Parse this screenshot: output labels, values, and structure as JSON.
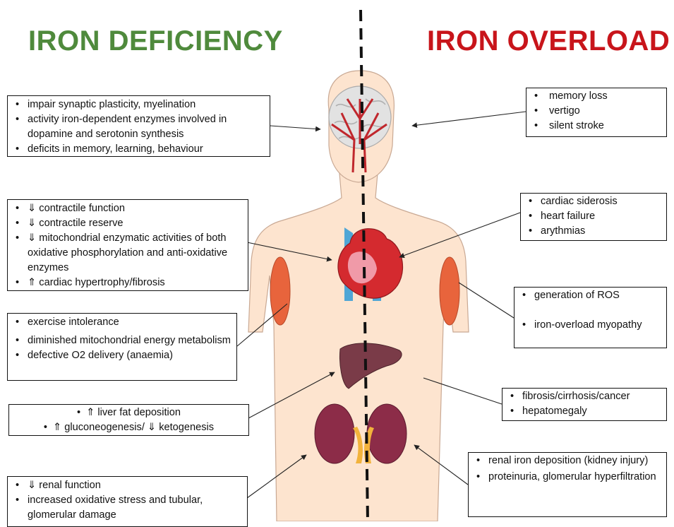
{
  "titles": {
    "left": "IRON DEFICIENCY",
    "right": "IRON OVERLOAD",
    "left_color": "#4f8a3c",
    "right_color": "#c8151b"
  },
  "deficiency": {
    "brain": [
      "impair synaptic plasticity, myelination",
      "activity iron-dependent enzymes involved in dopamine and serotonin synthesis",
      "deficits in memory, learning, behaviour"
    ],
    "heart": [
      "⇓ contractile function",
      "⇓ contractile reserve",
      "⇓ mitochondrial enzymatic activities of both oxidative phosphorylation and anti-oxidative enzymes",
      "⇑ cardiac hypertrophy/fibrosis"
    ],
    "muscle": [
      "exercise intolerance",
      "diminished mitochondrial energy metabolism",
      "defective O2 delivery (anaemia)"
    ],
    "liver": [
      "⇑ liver fat deposition",
      "⇑ gluconeogenesis/ ⇓ ketogenesis"
    ],
    "kidney": [
      "⇓ renal function",
      "increased oxidative stress and tubular, glomerular damage"
    ]
  },
  "overload": {
    "brain": [
      "memory loss",
      "vertigo",
      "silent stroke"
    ],
    "heart": [
      "cardiac siderosis",
      "heart failure",
      " arythmias"
    ],
    "muscle": [
      "generation of ROS",
      "iron-overload myopathy"
    ],
    "liver": [
      "fibrosis/cirrhosis/cancer",
      "hepatomegaly"
    ],
    "kidney": [
      "renal iron deposition (kidney injury)",
      "proteinuria, glomerular hyperfiltration"
    ]
  },
  "colors": {
    "skin": "#fde4cf",
    "skin_outline": "#c9a994",
    "brain": "#e2e2e2",
    "vessel": "#c0272d",
    "muscle": "#e8643c",
    "liver": "#7a3b48",
    "kidney": "#8c2c48",
    "adrenal": "#f2b33c",
    "heart": "#d42a2f",
    "heart_blue": "#4fa6d6",
    "divider": "#111111"
  }
}
